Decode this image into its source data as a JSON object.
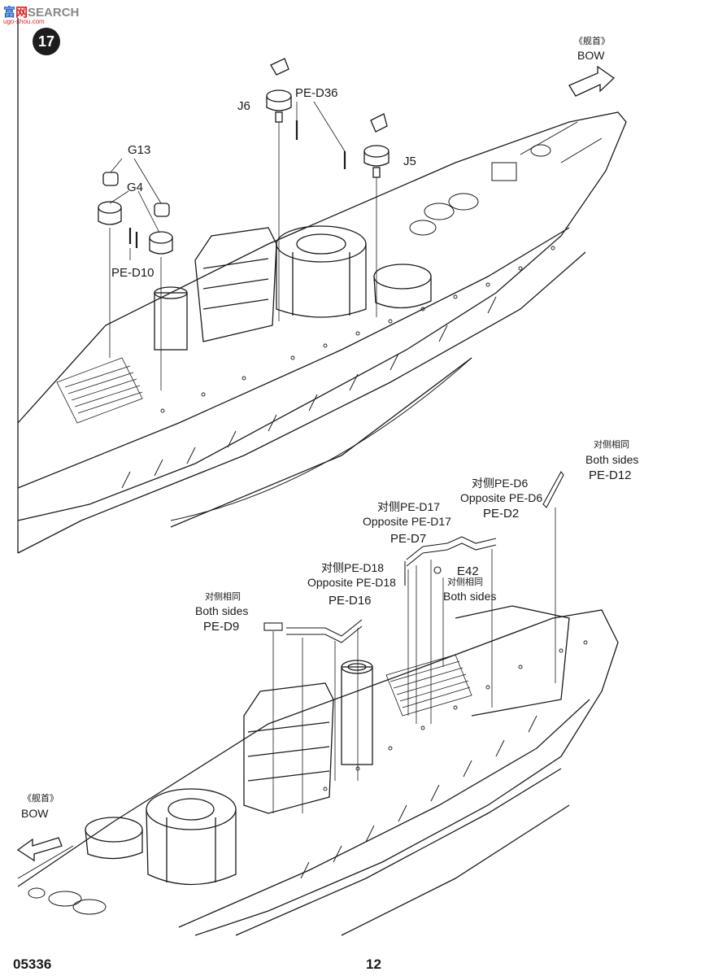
{
  "watermark": {
    "main_a": "富",
    "main_b": "网",
    "main_c": "SEARCH",
    "sub": "ugo-shou.com"
  },
  "step_number": "17",
  "bow_top": {
    "cn": "《舰首》",
    "en": "BOW"
  },
  "bow_bottom": {
    "cn": "《舰首》",
    "en": "BOW"
  },
  "top_labels": {
    "j6": "J6",
    "pe_d36": "PE-D36",
    "j5": "J5",
    "g13": "G13",
    "g4": "G4",
    "pe_d10": "PE-D10"
  },
  "bottom_labels": {
    "pe_d12": {
      "cn": "对侧相同",
      "en": "Both sides",
      "part": "PE-D12"
    },
    "pe_d2": {
      "cn": "对侧PE-D6",
      "en": "Opposite PE-D6",
      "part": "PE-D2"
    },
    "pe_d7": {
      "cn": "对侧PE-D17",
      "en": "Opposite PE-D17",
      "part": "PE-D7"
    },
    "e42": {
      "part": "E42",
      "cn": "对侧相同",
      "en": "Both sides"
    },
    "pe_d16": {
      "cn": "对侧PE-D18",
      "en": "Opposite PE-D18",
      "part": "PE-D16"
    },
    "pe_d9": {
      "cn": "对侧相同",
      "en": "Both sides",
      "part": "PE-D9"
    }
  },
  "footer": {
    "code": "05336",
    "page": "12"
  }
}
